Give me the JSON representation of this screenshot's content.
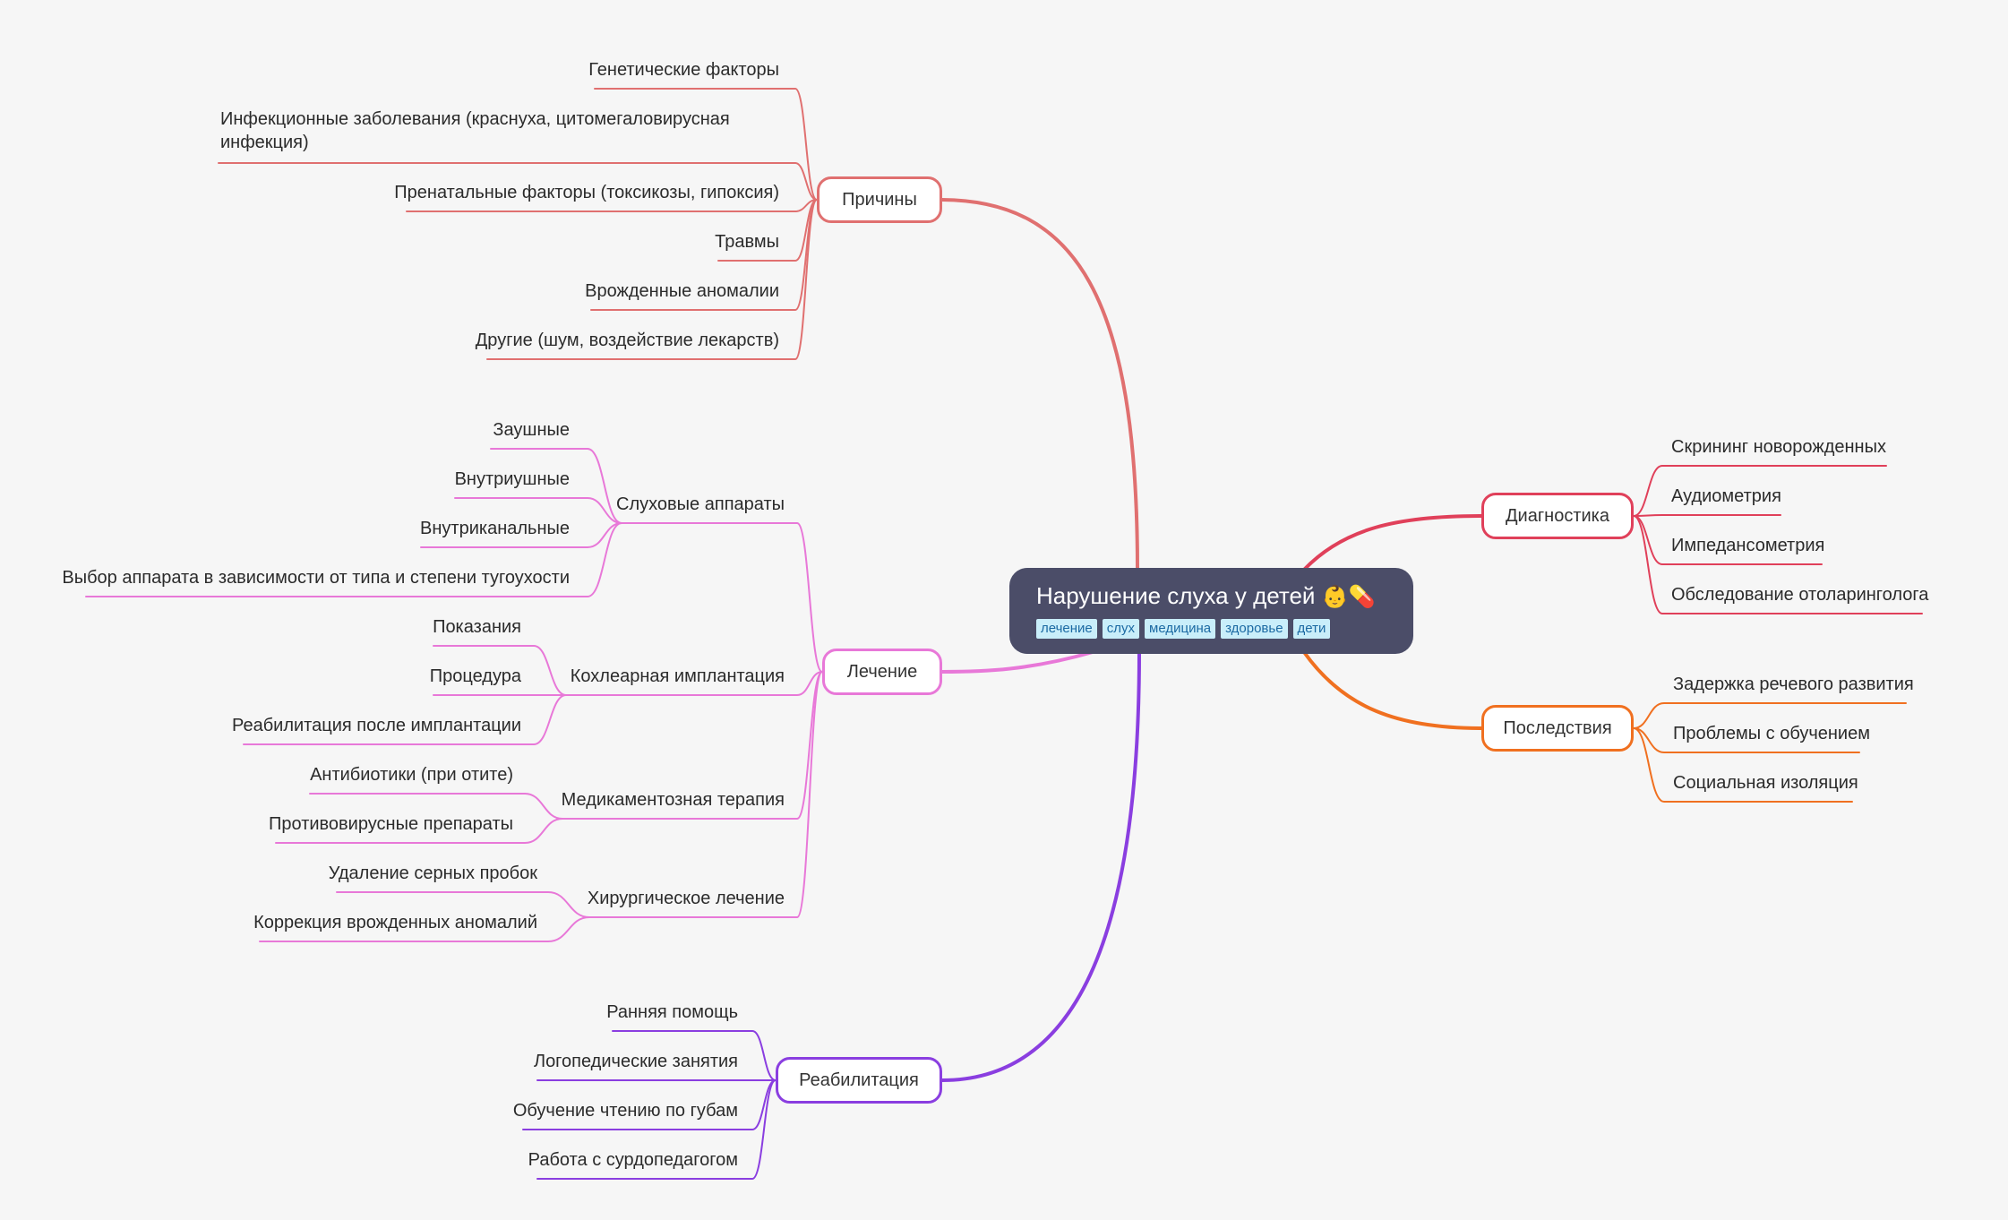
{
  "root": {
    "title": "Нарушение слуха у детей",
    "emoji": [
      "👶",
      "💊"
    ],
    "tags": [
      "лечение",
      "слух",
      "медицина",
      "здоровье",
      "дети"
    ],
    "bg_color": "#4b4d68"
  },
  "branches": [
    {
      "label": "Причины",
      "color": "#e07070",
      "children": [
        {
          "label": "Генетические факторы"
        },
        {
          "label": "Инфекционные заболевания (краснуха, цитомегаловирусная инфекция)"
        },
        {
          "label": "Пренатальные факторы (токсикозы, гипоксия)"
        },
        {
          "label": "Травмы"
        },
        {
          "label": "Врожденные аномалии"
        },
        {
          "label": "Другие (шум, воздействие лекарств)"
        }
      ]
    },
    {
      "label": "Лечение",
      "color": "#e878d8",
      "children": [
        {
          "label": "Слуховые аппараты",
          "children": [
            {
              "label": "Заушные"
            },
            {
              "label": "Внутриушные"
            },
            {
              "label": "Внутриканальные"
            },
            {
              "label": "Выбор аппарата в зависимости от типа и степени тугоухости"
            }
          ]
        },
        {
          "label": "Кохлеарная имплантация",
          "children": [
            {
              "label": "Показания"
            },
            {
              "label": "Процедура"
            },
            {
              "label": "Реабилитация после имплантации"
            }
          ]
        },
        {
          "label": "Медикаментозная терапия",
          "children": [
            {
              "label": "Антибиотики (при отите)"
            },
            {
              "label": "Противовирусные препараты"
            }
          ]
        },
        {
          "label": "Хирургическое лечение",
          "children": [
            {
              "label": "Удаление серных пробок"
            },
            {
              "label": "Коррекция врожденных аномалий"
            }
          ]
        }
      ]
    },
    {
      "label": "Реабилитация",
      "color": "#8a3ee0",
      "children": [
        {
          "label": "Ранняя помощь"
        },
        {
          "label": "Логопедические занятия"
        },
        {
          "label": "Обучение чтению по губам"
        },
        {
          "label": "Работа с сурдопедагогом"
        }
      ]
    },
    {
      "label": "Диагностика",
      "color": "#e0405a",
      "children": [
        {
          "label": "Скрининг новорожденных"
        },
        {
          "label": "Аудиометрия"
        },
        {
          "label": "Импедансометрия"
        },
        {
          "label": "Обследование отоларинголога"
        }
      ]
    },
    {
      "label": "Последствия",
      "color": "#f07020",
      "children": [
        {
          "label": "Задержка речевого развития"
        },
        {
          "label": "Проблемы с обучением"
        },
        {
          "label": "Социальная изоляция"
        }
      ]
    }
  ]
}
